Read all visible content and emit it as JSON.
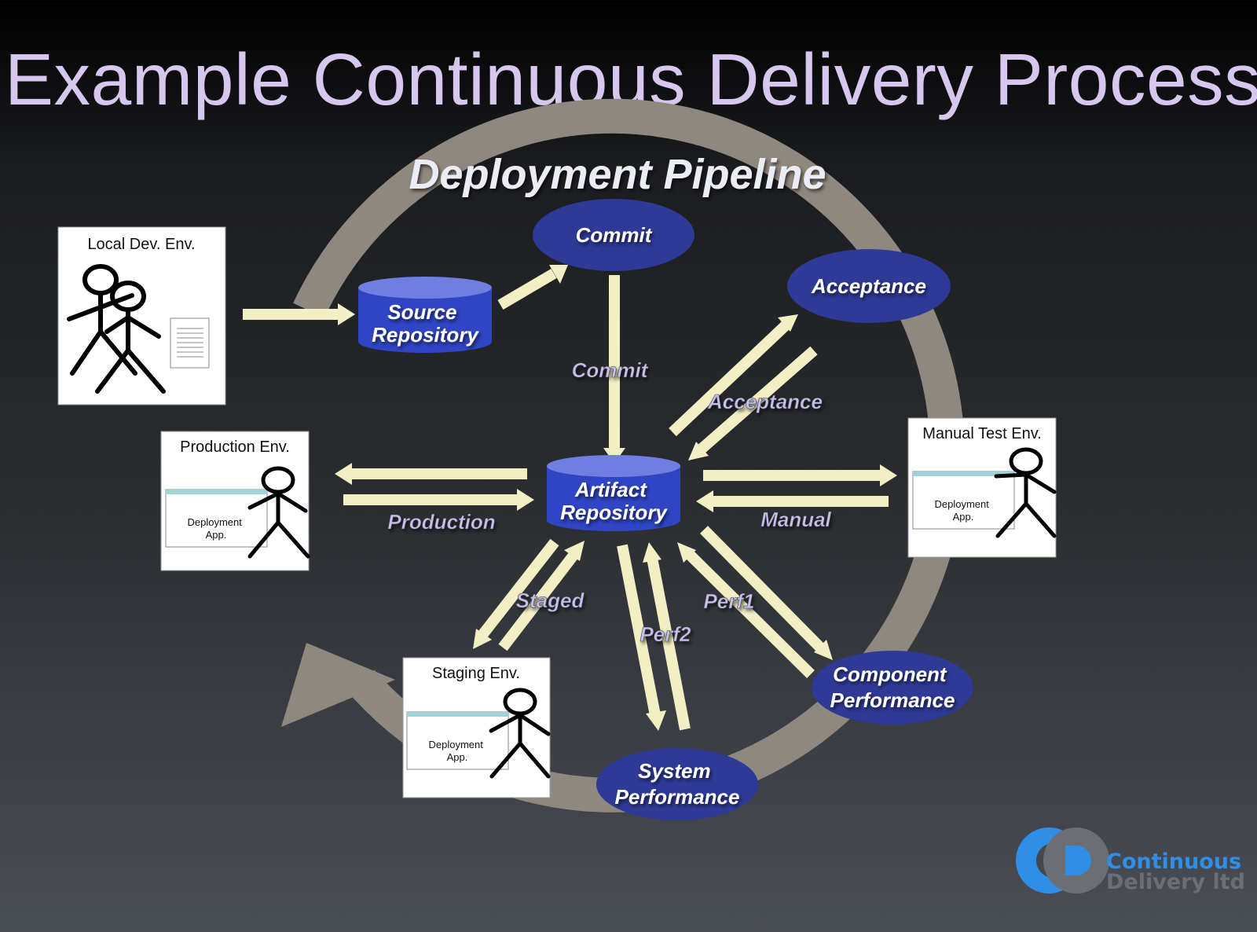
{
  "title": "Example Continuous Delivery Process",
  "pipeline_label": "Deployment Pipeline",
  "nodes": {
    "source_repo": [
      "Source",
      "Repository"
    ],
    "artifact_repo": [
      "Artifact",
      "Repository"
    ],
    "commit": [
      "Commit"
    ],
    "acceptance": [
      "Acceptance"
    ],
    "component_perf": [
      "Component",
      "Performance"
    ],
    "system_perf": [
      "System",
      "Performance"
    ]
  },
  "stage_labels": {
    "commit": "Commit",
    "acceptance": "Acceptance",
    "production": "Production",
    "manual": "Manual",
    "staged": "Staged",
    "perf1": "Perf1",
    "perf2": "Perf2"
  },
  "environments": {
    "local_dev": {
      "title": "Local Dev. Env."
    },
    "production": {
      "title": "Production Env.",
      "app": [
        "Deployment",
        "App."
      ]
    },
    "manual_test": {
      "title": "Manual Test Env.",
      "app": [
        "Deployment",
        "App."
      ]
    },
    "staging": {
      "title": "Staging Env.",
      "app": [
        "Deployment",
        "App."
      ]
    }
  },
  "logo": {
    "line1": "Continuous",
    "line2": "Delivery ltd"
  },
  "colors": {
    "title": "#d7c6ee",
    "node_fill": "#2f3a97",
    "cylinder_fill": "#2f45c4",
    "cylinder_top": "#6f7ee0",
    "arrow": "#f3efc4",
    "cycle_ring": "#8f8880",
    "logo_blue": "#2f8fe6",
    "logo_grey": "#6b6f75"
  }
}
